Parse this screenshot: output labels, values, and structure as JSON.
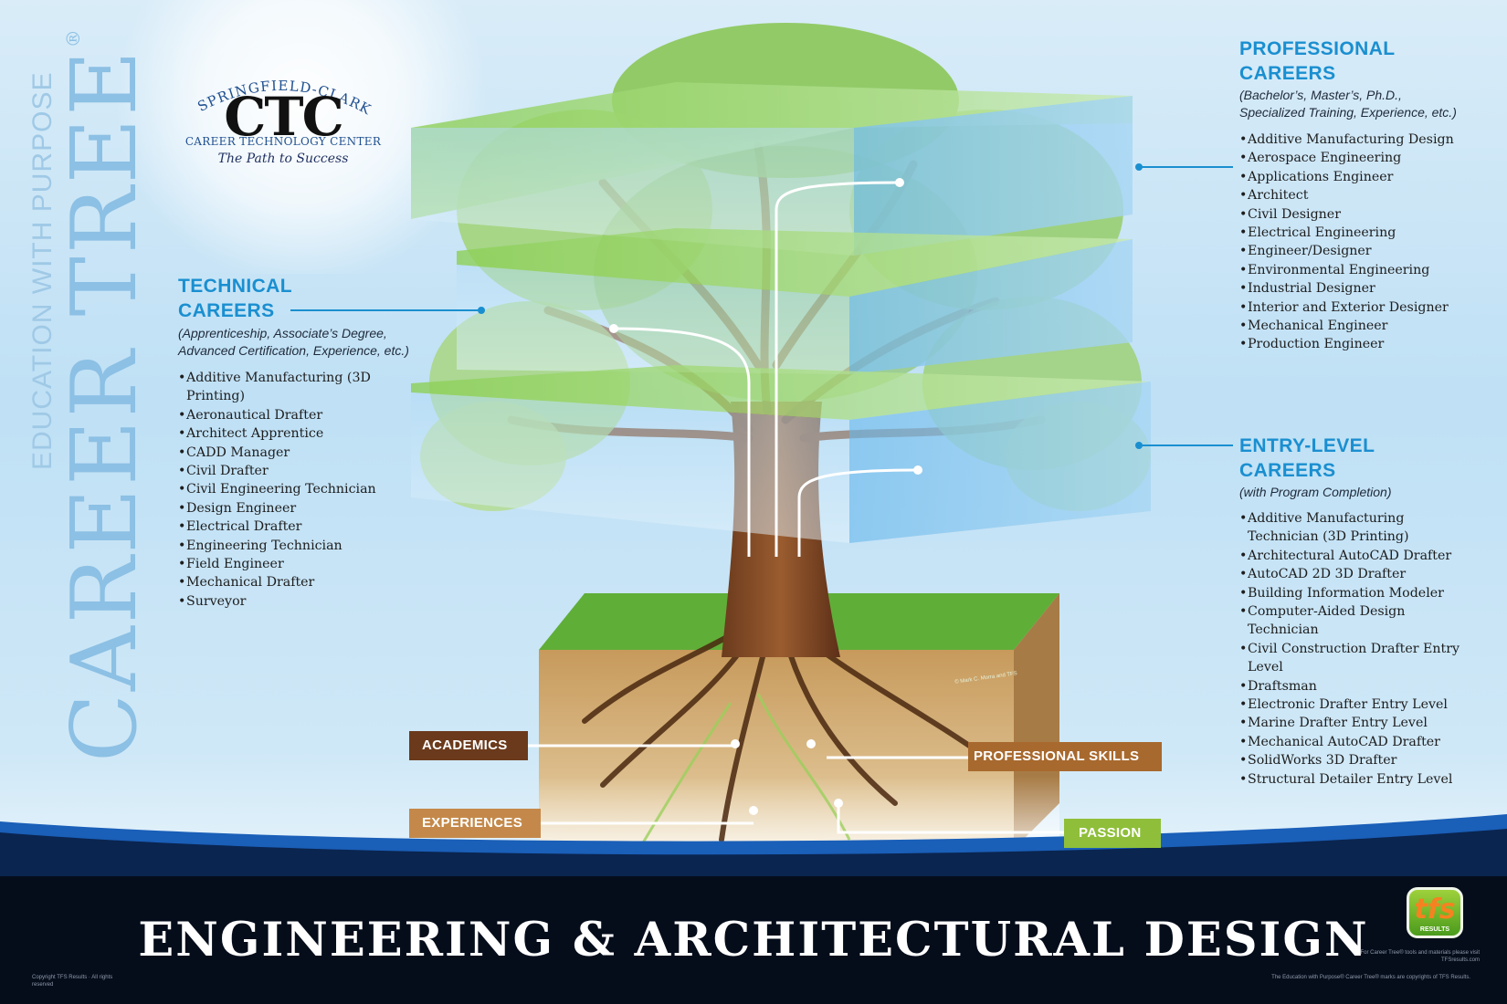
{
  "side_title": {
    "subtitle": "EDUCATION WITH PURPOSE",
    "title": "CAREER TREE",
    "mark": "®"
  },
  "logo": {
    "arc_text": "SPRINGFIELD-CLARK",
    "acronym": "CTC",
    "name": "CAREER TECHNOLOGY CENTER",
    "tagline": "The Path to Success"
  },
  "professional": {
    "heading_line1": "PROFESSIONAL",
    "heading_line2": "CAREERS",
    "note_line1": "(Bachelor’s, Master’s, Ph.D.,",
    "note_line2": "Specialized Training, Experience, etc.)",
    "items": [
      "Additive Manufacturing Design",
      "Aerospace Engineering",
      "Applications Engineer",
      "Architect",
      "Civil Designer",
      "Electrical Engineering",
      "Engineer/Designer",
      "Environmental Engineering",
      "Industrial Designer",
      "Interior and Exterior Designer",
      "Mechanical Engineer",
      "Production Engineer"
    ]
  },
  "technical": {
    "heading_line1": "TECHNICAL",
    "heading_line2": "CAREERS",
    "note_line1": "(Apprenticeship, Associate’s Degree,",
    "note_line2": "Advanced Certification, Experience, etc.)",
    "items": [
      "Additive Manufacturing (3D Printing)",
      "Aeronautical Drafter",
      "Architect Apprentice",
      "CADD Manager",
      "Civil Drafter",
      "Civil Engineering Technician",
      "Design Engineer",
      "Electrical Drafter",
      "Engineering Technician",
      "Field Engineer",
      "Mechanical Drafter",
      "Surveyor"
    ]
  },
  "entry": {
    "heading_line1": "ENTRY-LEVEL",
    "heading_line2": "CAREERS",
    "note_line1": "(with Program Completion)",
    "items": [
      "Additive Manufacturing Technician (3D Printing)",
      "Architectural AutoCAD Drafter",
      "AutoCAD 2D 3D Drafter",
      "Building Information Modeler",
      "Computer-Aided Design Technician",
      "Civil Construction Drafter Entry Level",
      "Draftsman",
      "Electronic Drafter Entry Level",
      "Marine Drafter Entry Level",
      "Mechanical AutoCAD Drafter",
      "SolidWorks 3D Drafter",
      "Structural Detailer Entry Level"
    ]
  },
  "roots": {
    "academics": "ACADEMICS",
    "experiences": "EXPERIENCES",
    "professional_skills": "PROFESSIONAL SKILLS",
    "passion": "PASSION"
  },
  "colors": {
    "heading_blue": "#1a8fd0",
    "academics": "#6b3a1c",
    "experiences": "#c4894a",
    "professional_skills": "#a8692e",
    "passion": "#8fbf3a",
    "footer": "#050d1b"
  },
  "footer": {
    "title": "ENGINEERING & ARCHITECTURAL DESIGN",
    "brand": "tfs",
    "brand_sub": "RESULTS"
  }
}
